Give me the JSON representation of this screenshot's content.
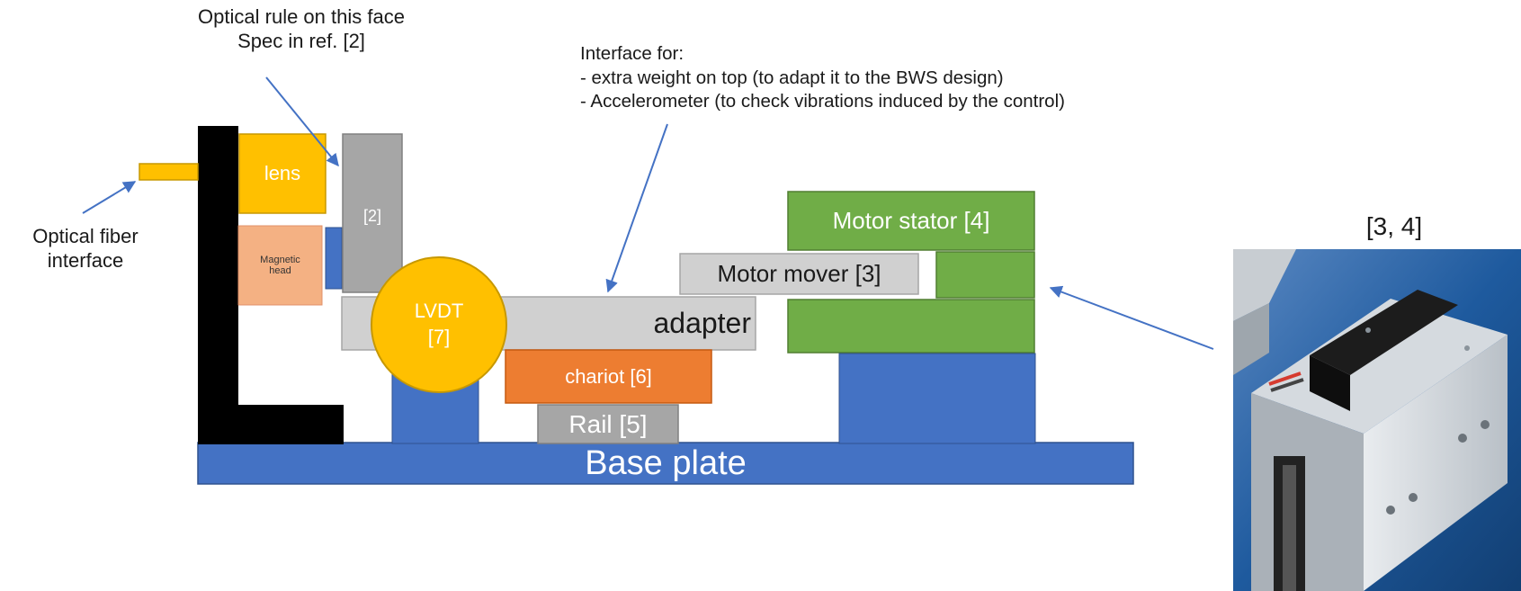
{
  "annotations": {
    "optical_rule": [
      "Optical rule on this face",
      "Spec in ref. [2]"
    ],
    "interface": [
      "Interface for:",
      "- extra weight on top (to adapt it to the BWS design)",
      "- Accelerometer (to check vibrations induced by the control)"
    ],
    "fiber": [
      "Optical fiber",
      "interface"
    ],
    "photo_ref": "[3, 4]"
  },
  "parts": {
    "lens": "lens",
    "magnetic_head": [
      "Magnetic",
      "head"
    ],
    "ref2": "[2]",
    "lvdt": [
      "LVDT",
      "[7]"
    ],
    "adapter": "adapter",
    "chariot": "chariot [6]",
    "rail": "Rail [5]",
    "base_plate": "Base plate",
    "motor_stator": "Motor stator [4]",
    "motor_mover": "Motor mover [3]"
  },
  "colors": {
    "blue": "#4472C4",
    "black": "#000000",
    "gold": "#FFC000",
    "gold_edge": "#C79800",
    "salmon": "#F4B183",
    "gray": "#A6A6A6",
    "light_gray": "#D0D0D0",
    "orange": "#ED7D31",
    "green": "#70AD47",
    "arrow": "#4472C4",
    "photo_bg": "#1E5A9E"
  },
  "icons": {
    "photo": "linear-motor-photo"
  }
}
